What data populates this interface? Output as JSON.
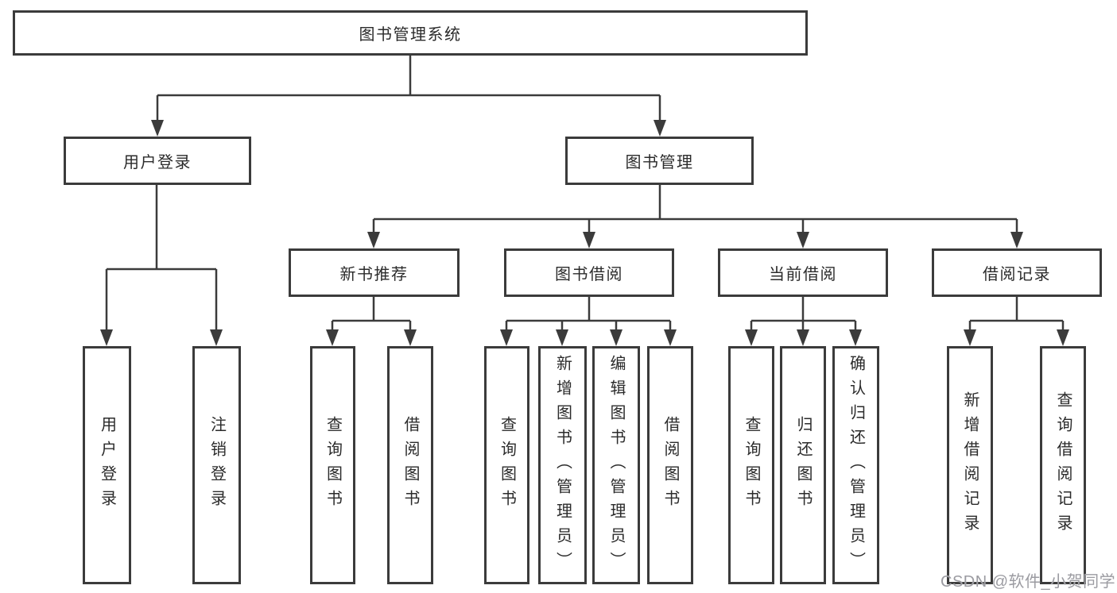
{
  "tree": {
    "root": {
      "label": "图书管理系统"
    },
    "branches": [
      {
        "label": "用户登录",
        "children": [
          {
            "label": "用户登录"
          },
          {
            "label": "注销登录"
          }
        ]
      },
      {
        "label": "图书管理",
        "children": [
          {
            "label": "新书推荐",
            "children": [
              {
                "label": "查询图书"
              },
              {
                "label": "借阅图书"
              }
            ]
          },
          {
            "label": "图书借阅",
            "children": [
              {
                "label": "查询图书"
              },
              {
                "label": "新增图书（管理员）"
              },
              {
                "label": "编辑图书（管理员）"
              },
              {
                "label": "借阅图书"
              }
            ]
          },
          {
            "label": "当前借阅",
            "children": [
              {
                "label": "查询图书"
              },
              {
                "label": "归还图书"
              },
              {
                "label": "确认归还（管理员）"
              }
            ]
          },
          {
            "label": "借阅记录",
            "children": [
              {
                "label": "新增借阅记录"
              },
              {
                "label": "查询借阅记录"
              }
            ]
          }
        ]
      }
    ]
  },
  "watermark": {
    "text": "CSDN @软件_小贺同学"
  },
  "colors": {
    "line": "#3b3b3b",
    "text": "#2b2b2b",
    "watermark": "#9b9ba1",
    "background": "#ffffff"
  }
}
